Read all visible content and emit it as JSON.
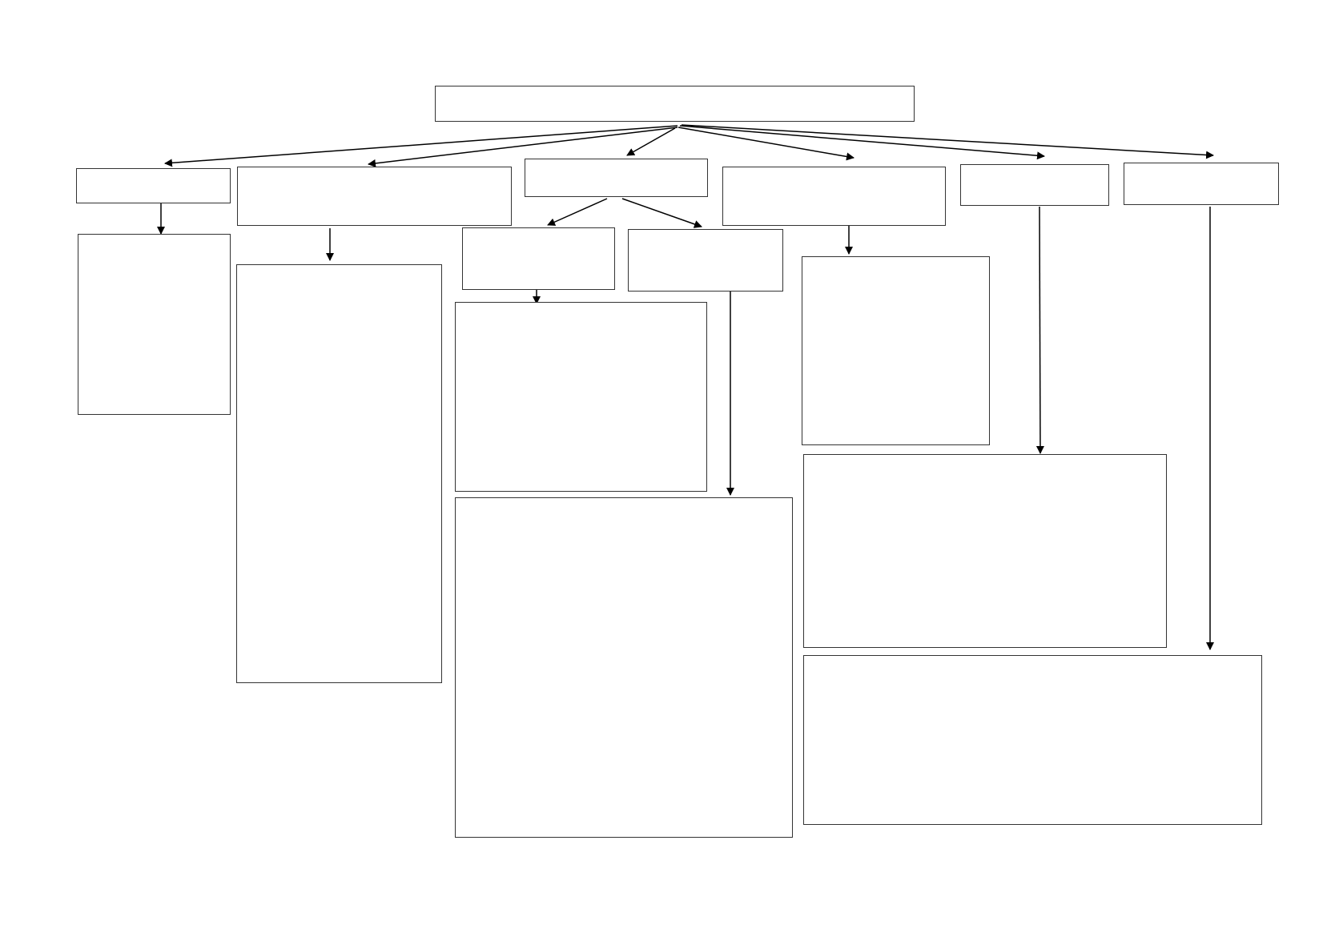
{
  "colors": {
    "background": "#ffffff",
    "box_stroke": "#333333",
    "arrow_stroke": "#000000"
  },
  "nodes": [
    {
      "id": "root",
      "label": ""
    },
    {
      "id": "l1-a",
      "label": ""
    },
    {
      "id": "l1-b",
      "label": ""
    },
    {
      "id": "l1-c",
      "label": ""
    },
    {
      "id": "l1-d",
      "label": ""
    },
    {
      "id": "l1-e",
      "label": ""
    },
    {
      "id": "l1-f",
      "label": ""
    },
    {
      "id": "l2-a",
      "label": ""
    },
    {
      "id": "l2-b",
      "label": ""
    },
    {
      "id": "l2-c1",
      "label": ""
    },
    {
      "id": "l2-c2",
      "label": ""
    },
    {
      "id": "l2-d",
      "label": ""
    },
    {
      "id": "l3-c1",
      "label": ""
    },
    {
      "id": "l3-c2",
      "label": ""
    },
    {
      "id": "l3-e",
      "label": ""
    },
    {
      "id": "l3-f",
      "label": ""
    }
  ],
  "edges": [
    {
      "from": "root",
      "to": "l1-a"
    },
    {
      "from": "root",
      "to": "l1-b"
    },
    {
      "from": "root",
      "to": "l1-c"
    },
    {
      "from": "root",
      "to": "l1-d"
    },
    {
      "from": "root",
      "to": "l1-e"
    },
    {
      "from": "root",
      "to": "l1-f"
    },
    {
      "from": "l1-a",
      "to": "l2-a"
    },
    {
      "from": "l1-b",
      "to": "l2-b"
    },
    {
      "from": "l1-c",
      "to": "l2-c1"
    },
    {
      "from": "l1-c",
      "to": "l2-c2"
    },
    {
      "from": "l2-c1",
      "to": "l3-c1"
    },
    {
      "from": "l2-c2",
      "to": "l3-c2"
    },
    {
      "from": "l1-d",
      "to": "l2-d"
    },
    {
      "from": "l1-e",
      "to": "l3-e"
    },
    {
      "from": "l1-f",
      "to": "l3-f"
    }
  ]
}
